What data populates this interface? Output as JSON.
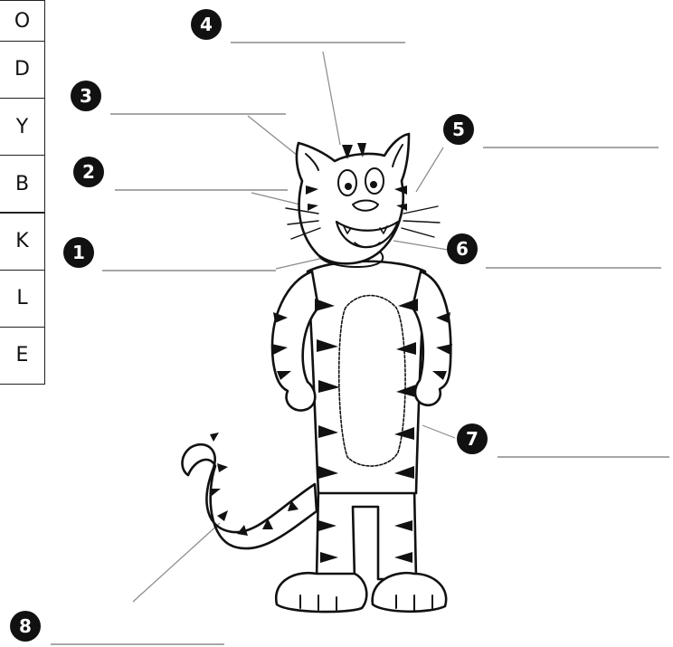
{
  "letter_column": [
    "O",
    "D",
    "Y",
    "B",
    "K",
    "L",
    "E"
  ],
  "markers": [
    {
      "id": "marker-4",
      "number": "4"
    },
    {
      "id": "marker-3",
      "number": "3"
    },
    {
      "id": "marker-5",
      "number": "5"
    },
    {
      "id": "marker-2",
      "number": "2"
    },
    {
      "id": "marker-1",
      "number": "1"
    },
    {
      "id": "marker-6",
      "number": "6"
    },
    {
      "id": "marker-7",
      "number": "7"
    },
    {
      "id": "marker-8",
      "number": "8"
    }
  ],
  "colors": {
    "ink": "#111111",
    "leader": "#8a8a8a",
    "marker_fill": "#111111",
    "marker_text": "#ffffff"
  },
  "illustration": {
    "subject": "tiger-icon"
  }
}
